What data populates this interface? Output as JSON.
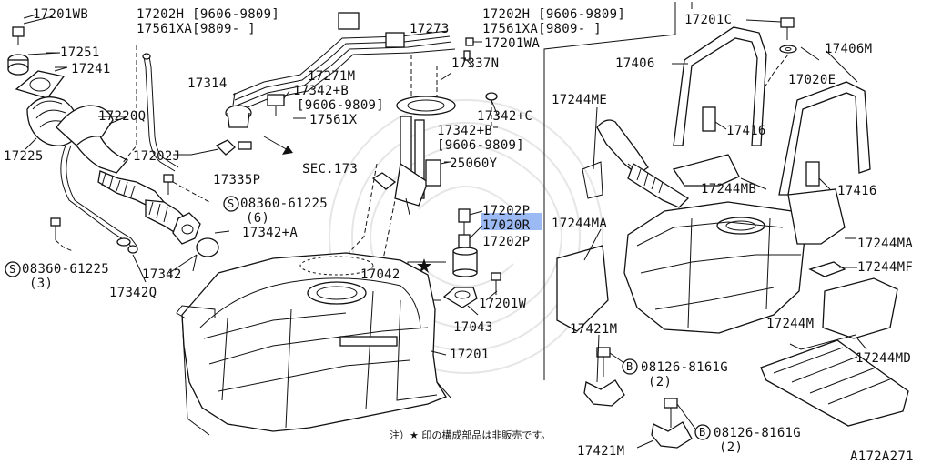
{
  "parts": {
    "p17201WB": "17201WB",
    "p17251": "17251",
    "p17241": "17241",
    "p17225": "17225",
    "p17220Q": "17220Q",
    "p17202H_a": "17202H [9606-9809]",
    "p17561XA_a": "17561XA[9809-    ]",
    "p17273": "17273",
    "p17202H_b": "17202H [9606-9809]",
    "p17561XA_b": "17561XA[9809-    ]",
    "p17201WA": "17201WA",
    "p17271M": "17271M",
    "p17337N": "17337N",
    "p17314": "17314",
    "p17342B_a": "17342+B",
    "p9606_a": "[9606-9809]",
    "p17561X": "17561X",
    "p17342C": "17342+C",
    "p17342B_b": "17342+B",
    "p9606_b": "[9606-9809]",
    "p17202J": "17202J",
    "p17335P": "17335P",
    "sec173": "SEC.173",
    "p25060Y": "25060Y",
    "s08360_a": "08360-61225",
    "s08360_a_qty": "(6)",
    "p17202P_a": "17202P",
    "p17020R": "17020R",
    "p17202P_b": "17202P",
    "p17342A": "17342+A",
    "s08360_b": "08360-61225",
    "s08360_b_qty": "(3)",
    "p17342": "17342",
    "p17342Q": "17342Q",
    "p17042": "17042",
    "p17201W": "17201W",
    "p17043": "17043",
    "p17201": "17201",
    "p17201C": "17201C",
    "p17406M": "17406M",
    "p17406": "17406",
    "p17020E": "17020E",
    "p17244ME": "17244ME",
    "p17416_a": "17416",
    "p17244MB": "17244MB",
    "p17416_b": "17416",
    "p17244MA_l": "17244MA",
    "p17244MA_r": "17244MA",
    "p17244MF": "17244MF",
    "p17421M_a": "17421M",
    "p17244M": "17244M",
    "p17244MD": "17244MD",
    "b08126_a": "08126-8161G",
    "b08126_a_qty": "(2)",
    "b08126_b": "08126-8161G",
    "b08126_b_qty": "(2)",
    "p17421M_b": "17421M",
    "code": "A172A271"
  },
  "symbols": {
    "s": "S",
    "b": "B"
  },
  "note": "注）★ 印の構成部品は非販売です。",
  "colors": {
    "line": "#111111",
    "highlight": "#9bb9f2",
    "background": "#ffffff"
  }
}
